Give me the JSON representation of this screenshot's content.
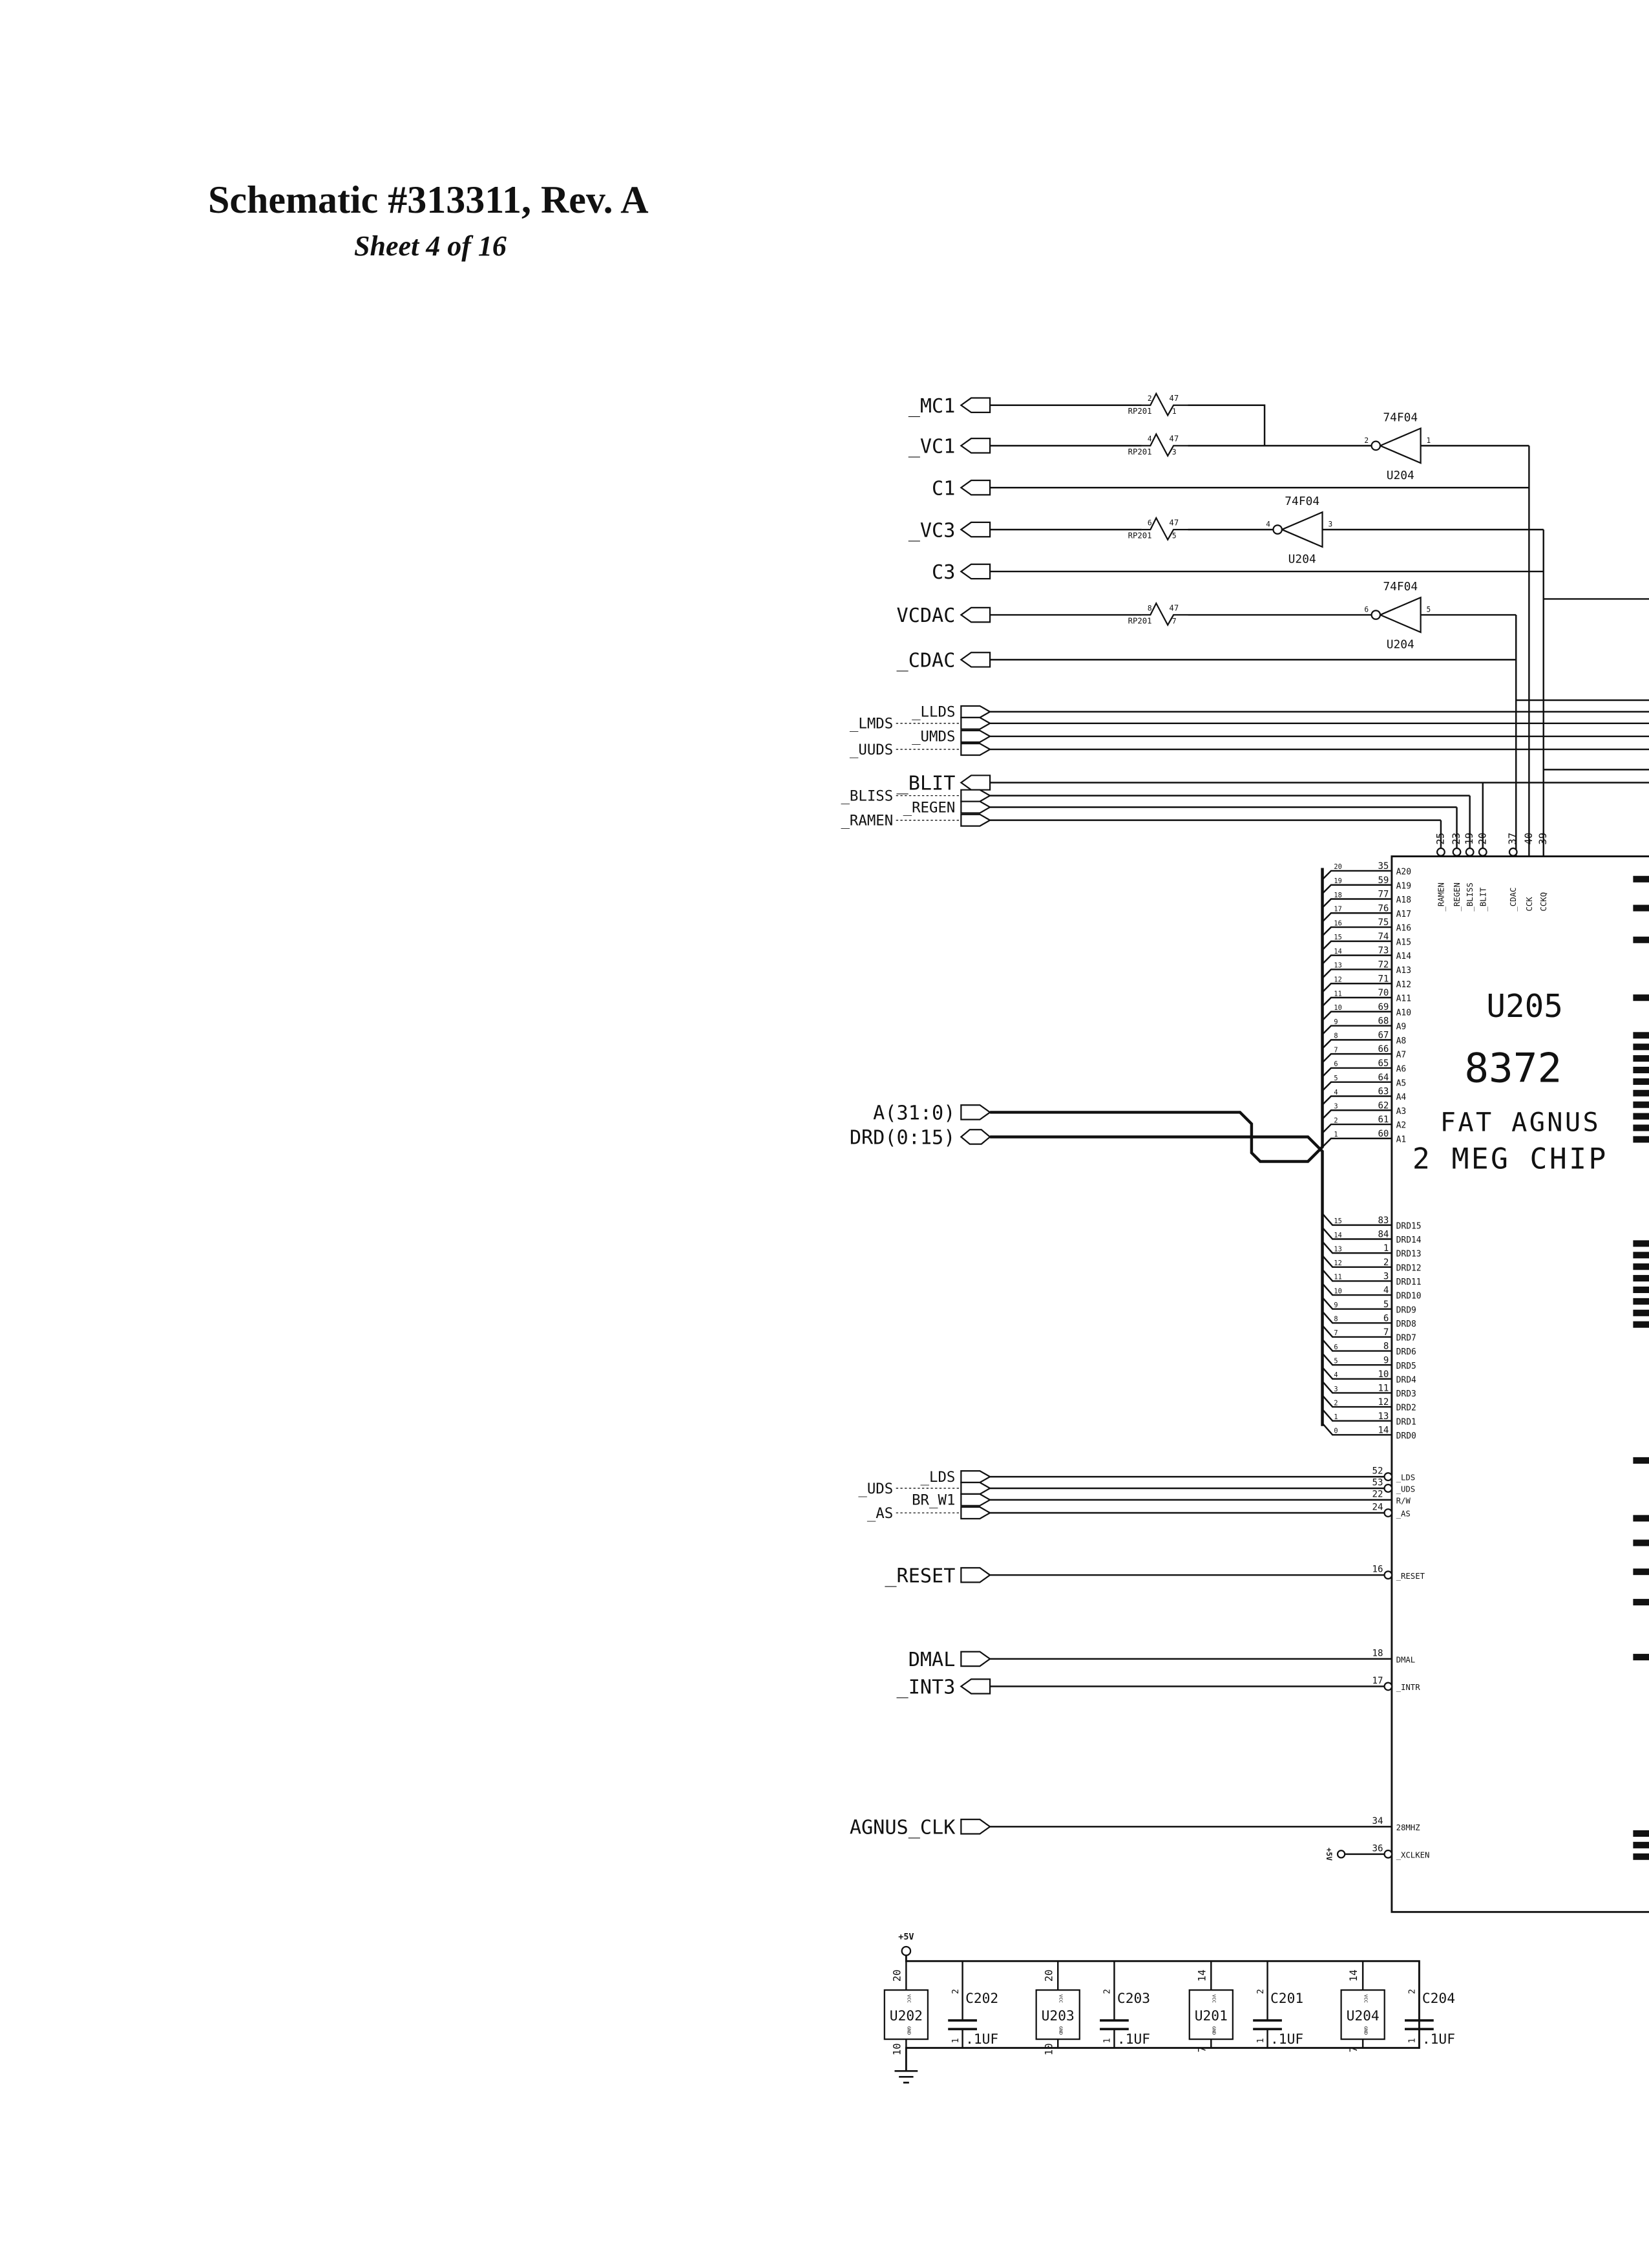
{
  "header": {
    "title": "Schematic #313311, Rev. A",
    "sheet": "Sheet 4 of 16"
  },
  "ports": [
    {
      "label": "_MC1",
      "dir": "out"
    },
    {
      "label": "_VC1",
      "dir": "out"
    },
    {
      "label": "C1",
      "dir": "out"
    },
    {
      "label": "_VC3",
      "dir": "out"
    },
    {
      "label": "C3",
      "dir": "out"
    },
    {
      "label": "VCDAC",
      "dir": "out"
    },
    {
      "label": "_CDAC",
      "dir": "out"
    },
    {
      "label": "_LLDS",
      "dir": "in"
    },
    {
      "label": "_LMDS",
      "dir": "in"
    },
    {
      "label": "_UMDS",
      "dir": "in"
    },
    {
      "label": "_UUDS",
      "dir": "in"
    },
    {
      "label": "_BLIT",
      "dir": "out"
    },
    {
      "label": "_BLISS",
      "dir": "in"
    },
    {
      "label": "_REGEN",
      "dir": "in"
    },
    {
      "label": "_RAMEN",
      "dir": "in"
    },
    {
      "label": "A(31:0)",
      "dir": "in"
    },
    {
      "label": "DRD(0:15)",
      "dir": "bidir"
    },
    {
      "label": "_LDS",
      "dir": "in"
    },
    {
      "label": "_UDS",
      "dir": "in"
    },
    {
      "label": "BR_W1",
      "dir": "in"
    },
    {
      "label": "_AS",
      "dir": "in"
    },
    {
      "label": "_RESET",
      "dir": "in"
    },
    {
      "label": "DMAL",
      "dir": "in"
    },
    {
      "label": "_INT3",
      "dir": "out"
    },
    {
      "label": "AGNUS_CLK",
      "dir": "in"
    }
  ],
  "resistors": [
    {
      "ref": "RP201",
      "value": "47",
      "pin_a": "2",
      "pin_b": "1"
    },
    {
      "ref": "RP201",
      "value": "47",
      "pin_a": "4",
      "pin_b": "3"
    },
    {
      "ref": "RP201",
      "value": "47",
      "pin_a": "6",
      "pin_b": "5"
    },
    {
      "ref": "RP201",
      "value": "47",
      "pin_a": "8",
      "pin_b": "7"
    }
  ],
  "inverters": [
    {
      "part": "74F04",
      "ref": "U204",
      "pin_in": "2",
      "pin_out": "1"
    },
    {
      "part": "74F04",
      "ref": "U204",
      "pin_in": "4",
      "pin_out": "3"
    },
    {
      "part": "74F04",
      "ref": "U204",
      "pin_in": "6",
      "pin_out": "5"
    }
  ],
  "chip": {
    "ref": "U205",
    "part": "8372",
    "name": "FAT AGNUS",
    "desc": "2 MEG CHIP",
    "top_pins": [
      {
        "num": "25",
        "name": "_RAMEN"
      },
      {
        "num": "23",
        "name": "_REGEN"
      },
      {
        "num": "19",
        "name": "_BLISS"
      },
      {
        "num": "20",
        "name": "_BLIT"
      },
      {
        "num": "37",
        "name": "_CDAC"
      },
      {
        "num": "40",
        "name": "CCK"
      },
      {
        "num": "39",
        "name": "CCKQ"
      }
    ],
    "address_pins": [
      {
        "bus": "20",
        "num": "35",
        "name": "A20"
      },
      {
        "bus": "19",
        "num": "59",
        "name": "A19"
      },
      {
        "bus": "18",
        "num": "77",
        "name": "A18"
      },
      {
        "bus": "17",
        "num": "76",
        "name": "A17"
      },
      {
        "bus": "16",
        "num": "75",
        "name": "A16"
      },
      {
        "bus": "15",
        "num": "74",
        "name": "A15"
      },
      {
        "bus": "14",
        "num": "73",
        "name": "A14"
      },
      {
        "bus": "13",
        "num": "72",
        "name": "A13"
      },
      {
        "bus": "12",
        "num": "71",
        "name": "A12"
      },
      {
        "bus": "11",
        "num": "70",
        "name": "A11"
      },
      {
        "bus": "10",
        "num": "69",
        "name": "A10"
      },
      {
        "bus": "9",
        "num": "68",
        "name": "A9"
      },
      {
        "bus": "8",
        "num": "67",
        "name": "A8"
      },
      {
        "bus": "7",
        "num": "66",
        "name": "A7"
      },
      {
        "bus": "6",
        "num": "65",
        "name": "A6"
      },
      {
        "bus": "5",
        "num": "64",
        "name": "A5"
      },
      {
        "bus": "4",
        "num": "63",
        "name": "A4"
      },
      {
        "bus": "3",
        "num": "62",
        "name": "A3"
      },
      {
        "bus": "2",
        "num": "61",
        "name": "A2"
      },
      {
        "bus": "1",
        "num": "60",
        "name": "A1"
      }
    ],
    "data_pins": [
      {
        "bus": "15",
        "num": "83",
        "name": "DRD15"
      },
      {
        "bus": "14",
        "num": "84",
        "name": "DRD14"
      },
      {
        "bus": "13",
        "num": "1",
        "name": "DRD13"
      },
      {
        "bus": "12",
        "num": "2",
        "name": "DRD12"
      },
      {
        "bus": "11",
        "num": "3",
        "name": "DRD11"
      },
      {
        "bus": "10",
        "num": "4",
        "name": "DRD10"
      },
      {
        "bus": "9",
        "num": "5",
        "name": "DRD9"
      },
      {
        "bus": "8",
        "num": "6",
        "name": "DRD8"
      },
      {
        "bus": "7",
        "num": "7",
        "name": "DRD7"
      },
      {
        "bus": "6",
        "num": "8",
        "name": "DRD6"
      },
      {
        "bus": "5",
        "num": "9",
        "name": "DRD5"
      },
      {
        "bus": "4",
        "num": "10",
        "name": "DRD4"
      },
      {
        "bus": "3",
        "num": "11",
        "name": "DRD3"
      },
      {
        "bus": "2",
        "num": "12",
        "name": "DRD2"
      },
      {
        "bus": "1",
        "num": "13",
        "name": "DRD1"
      },
      {
        "bus": "0",
        "num": "14",
        "name": "DRD0"
      }
    ],
    "control_pins": [
      {
        "num": "52",
        "name": "_LDS",
        "active_low": true
      },
      {
        "num": "53",
        "name": "_UDS",
        "active_low": true
      },
      {
        "num": "22",
        "name": "R/W",
        "active_low": false
      },
      {
        "num": "24",
        "name": "_AS",
        "active_low": true
      },
      {
        "num": "16",
        "name": "_RESET",
        "active_low": true
      },
      {
        "num": "18",
        "name": "DMAL",
        "active_low": false
      },
      {
        "num": "17",
        "name": "_INTR",
        "active_low": true
      },
      {
        "num": "34",
        "name": "28MHZ",
        "active_low": false
      },
      {
        "num": "36",
        "name": "_XCLKEN",
        "active_low": true
      }
    ]
  },
  "power": {
    "label": "+5V"
  },
  "decoupling": [
    {
      "ic": "U202",
      "vcc_pin": "20",
      "gnd_pin": "10",
      "vcc": "VCC",
      "gnd": "GND",
      "cap": "C202",
      "cap_value": ".1UF",
      "cap_pin_top": "2",
      "cap_pin_bottom": "1"
    },
    {
      "ic": "U203",
      "vcc_pin": "20",
      "gnd_pin": "10",
      "vcc": "VCC",
      "gnd": "GND",
      "cap": "C203",
      "cap_value": ".1UF",
      "cap_pin_top": "2",
      "cap_pin_bottom": "1"
    },
    {
      "ic": "U201",
      "vcc_pin": "14",
      "gnd_pin": "7",
      "vcc": "VCC",
      "gnd": "GND",
      "cap": "C201",
      "cap_value": ".1UF",
      "cap_pin_top": "2",
      "cap_pin_bottom": "1"
    },
    {
      "ic": "U204",
      "vcc_pin": "14",
      "gnd_pin": "7",
      "vcc": "VCC",
      "gnd": "GND",
      "cap": "C204",
      "cap_value": ".1UF",
      "cap_pin_top": "2",
      "cap_pin_bottom": "1"
    }
  ]
}
